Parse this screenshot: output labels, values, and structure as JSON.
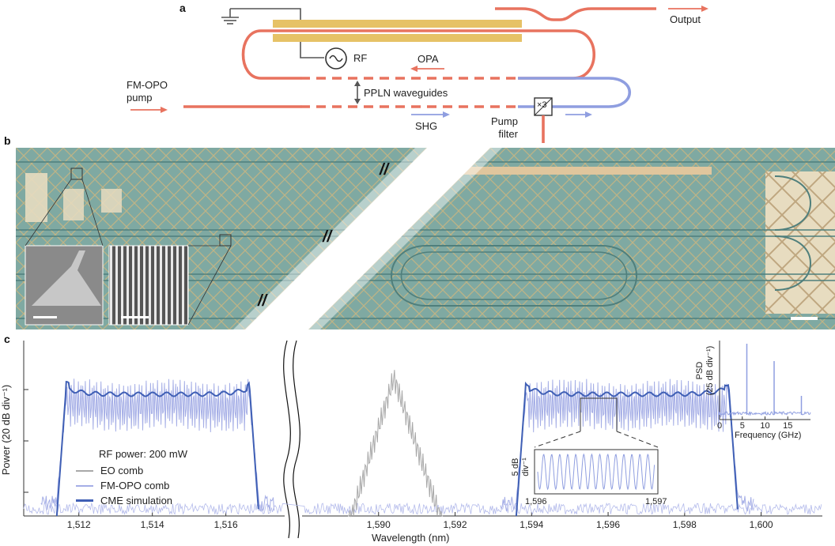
{
  "panels": {
    "a": "a",
    "b": "b",
    "c": "c"
  },
  "schematic": {
    "output": "Output",
    "rf": "RF",
    "opa": "OPA",
    "fm_opo_pump_line1": "FM-OPO",
    "fm_opo_pump_line2": "pump",
    "ppln": "PPLN waveguides",
    "shg": "SHG",
    "pump_filter_line1": "Pump",
    "pump_filter_line2": "filter",
    "x3": "×3",
    "colors": {
      "red": "#e8735f",
      "blue": "#8f9ee0",
      "gold": "#e6c266",
      "grey": "#555555"
    }
  },
  "micrograph": {
    "break_mark": "//",
    "colors": {
      "chip": "#7fa9a2",
      "pad": "#e7dcc0",
      "mesh": "#d5b77a"
    }
  },
  "chart_data": {
    "type": "line",
    "xlabel": "Wavelength (nm)",
    "ylabel": "Power (20 dB div⁻¹)",
    "left_xticks": [
      "1,512",
      "1,514",
      "1,516"
    ],
    "right_xticks": [
      "1,590",
      "1,592",
      "1,594",
      "1,596",
      "1,598",
      "1,600"
    ],
    "annotation": "RF power: 200 mW",
    "legend": [
      {
        "name": "EO comb",
        "color": "#a8a8a8"
      },
      {
        "name": "FM-OPO comb",
        "color": "#a5aee6"
      },
      {
        "name": "CME simulation",
        "color": "#3f5fb5"
      }
    ],
    "series": [
      {
        "name": "EO comb",
        "x_range": [
          1589.2,
          1591.7
        ],
        "peak_x": 1590.4
      },
      {
        "name": "FM-OPO comb",
        "x_ranges": [
          [
            1511.4,
            1516.9
          ],
          [
            1593.6,
            1599.4
          ]
        ]
      },
      {
        "name": "CME simulation",
        "x_ranges": [
          [
            1511.4,
            1516.9
          ],
          [
            1593.6,
            1599.4
          ]
        ]
      }
    ],
    "inset_psd": {
      "ylabel_line1": "PSD",
      "ylabel_line2": "(25 dB div⁻¹)",
      "xlabel": "Frequency (GHz)",
      "xticks": [
        "0",
        "5",
        "10",
        "15"
      ],
      "peaks_ghz": [
        6,
        12,
        18
      ]
    },
    "inset_zoom": {
      "ylabel_line1": "5 dB",
      "ylabel_line2": "div⁻¹",
      "xticks": [
        "1,596",
        "1,597"
      ]
    }
  }
}
